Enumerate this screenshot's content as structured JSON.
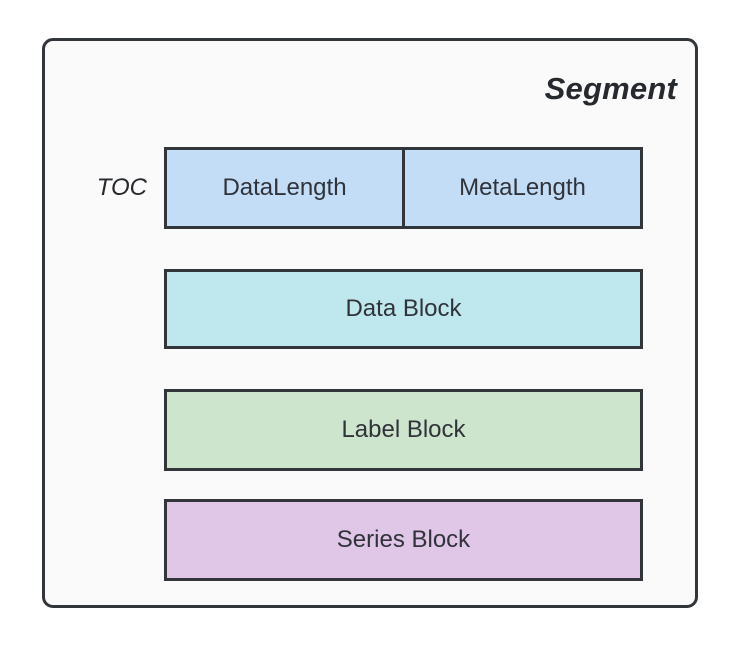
{
  "diagram": {
    "title": "Segment",
    "container_background": "#fafafa",
    "border_color": "#32353a",
    "page_background": "#ffffff",
    "text_color": "#30333a",
    "rows": [
      {
        "caption": "TOC",
        "split": true,
        "cells": [
          {
            "label": "DataLength",
            "color": "#c3ddf7"
          },
          {
            "label": "MetaLength",
            "color": "#c3ddf7"
          }
        ]
      },
      {
        "caption": "",
        "split": false,
        "cells": [
          {
            "label": "Data Block",
            "color": "#bfe8ee"
          }
        ]
      },
      {
        "caption": "",
        "split": false,
        "cells": [
          {
            "label": "Label Block",
            "color": "#cde5cc"
          }
        ]
      },
      {
        "caption": "",
        "split": false,
        "cells": [
          {
            "label": "Series Block",
            "color": "#e0c6e7"
          }
        ]
      }
    ]
  }
}
